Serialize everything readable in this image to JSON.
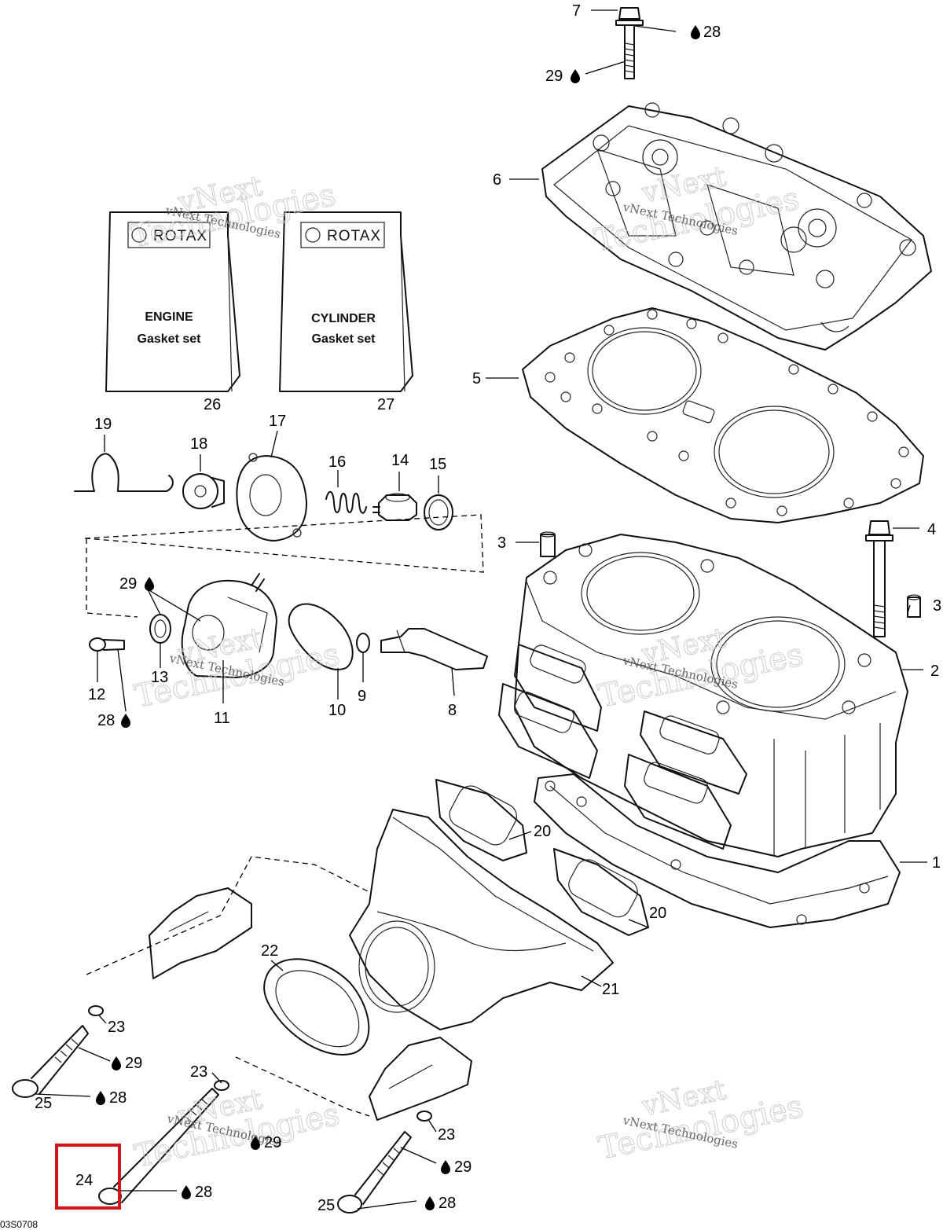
{
  "diagram": {
    "drawing_code": "03S0708",
    "watermark": {
      "line1": "vNext",
      "line2": "Technologies",
      "small": "vNext Technologies"
    },
    "gasket_sets": [
      {
        "brand": "ROTAX",
        "line1": "ENGINE",
        "line2": "Gasket set",
        "ref": "26"
      },
      {
        "brand": "ROTAX",
        "line1": "CYLINDER",
        "line2": "Gasket set",
        "ref": "27"
      }
    ],
    "callouts": {
      "c1": "1",
      "c2": "2",
      "c3a": "3",
      "c3b": "3",
      "c4": "4",
      "c5": "5",
      "c6": "6",
      "c7": "7",
      "c8": "8",
      "c9": "9",
      "c10": "10",
      "c11": "11",
      "c12": "12",
      "c13": "13",
      "c14": "14",
      "c15": "15",
      "c16": "16",
      "c17": "17",
      "c18": "18",
      "c19": "19",
      "c20a": "20",
      "c20b": "20",
      "c21": "21",
      "c22": "22",
      "c23a": "23",
      "c23b": "23",
      "c23c": "23",
      "c24": "24",
      "c25a": "25",
      "c25b": "25"
    },
    "lubricant_refs": {
      "l28_top": "28",
      "l29_top": "29",
      "l29_mid": "29",
      "l28_mid": "28",
      "l29_a": "29",
      "l28_a": "28",
      "l29_b": "29",
      "l28_b": "28",
      "l29_c": "29",
      "l28_c": "28"
    },
    "highlight": {
      "target_ref": "24",
      "color": "#d4141b"
    }
  }
}
